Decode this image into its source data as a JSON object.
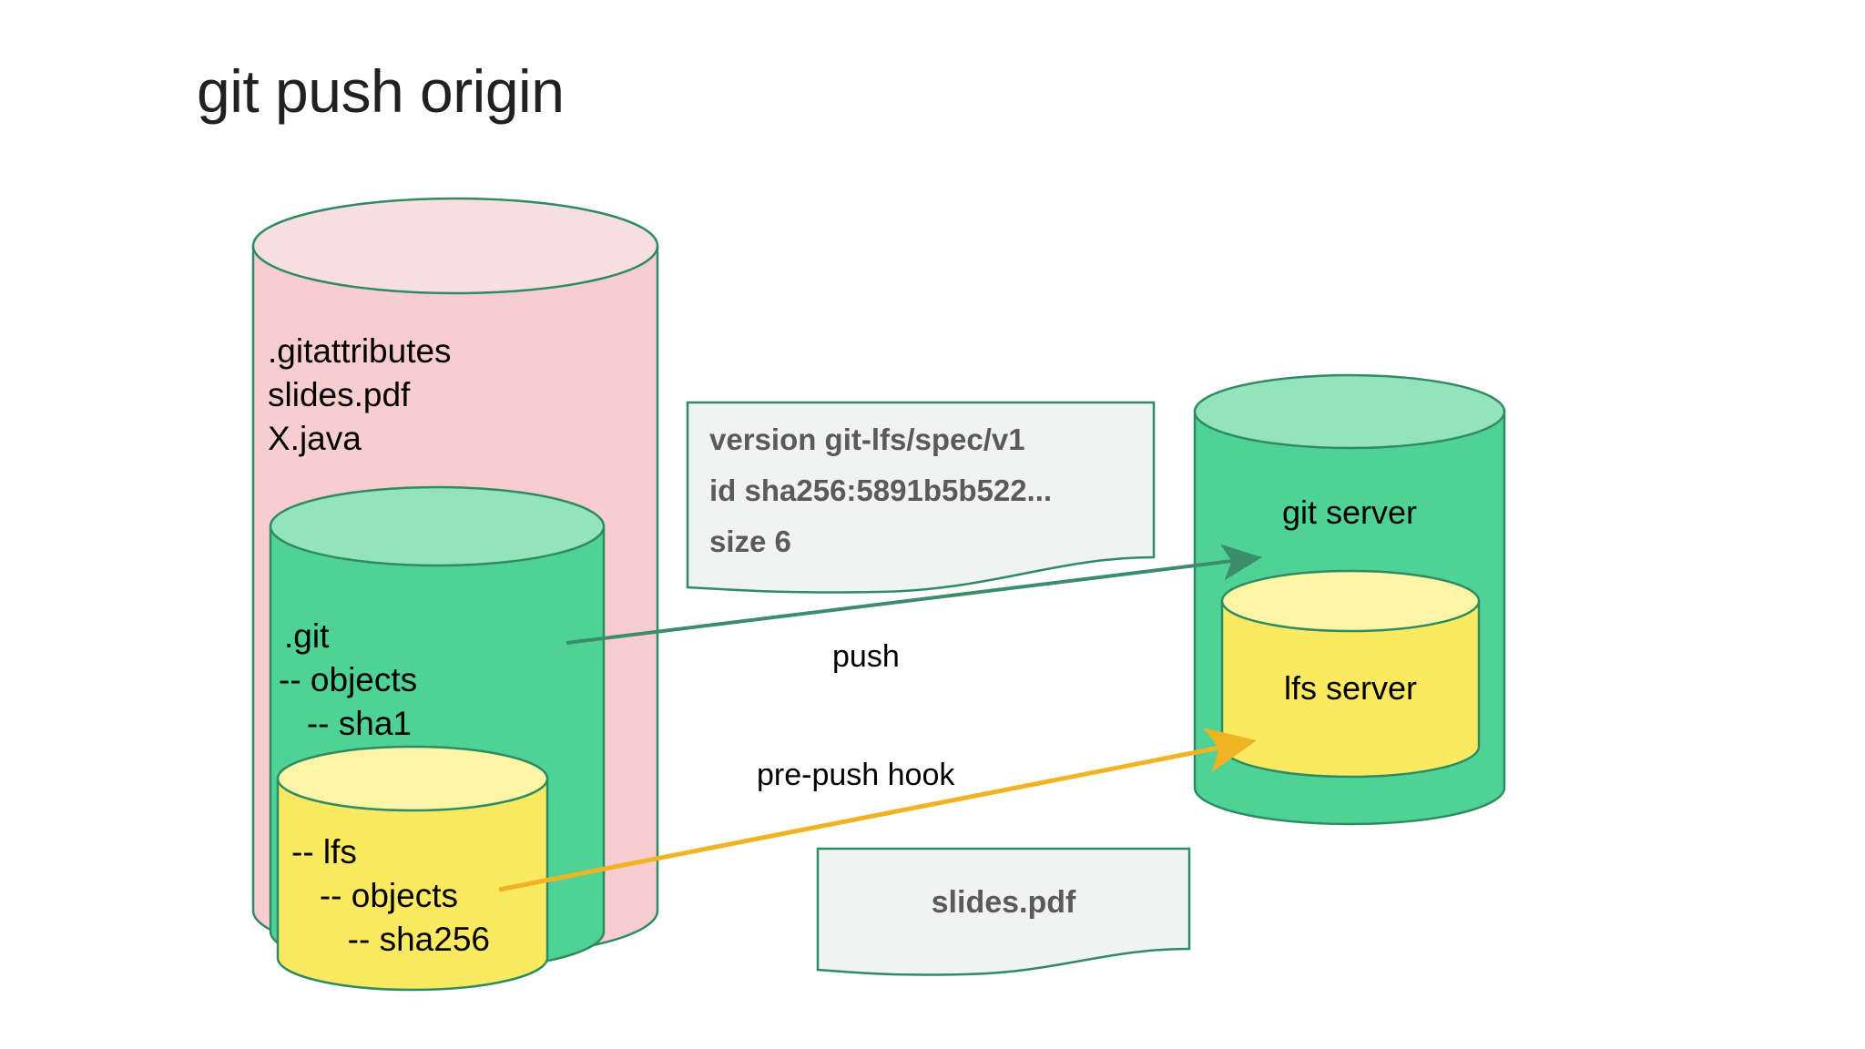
{
  "title": "git push origin",
  "colors": {
    "pink_body": "#f7cdd0",
    "pink_top": "#fadfe1",
    "green_body": "#4fd295",
    "green_top": "#93e3bb",
    "yellow_body": "#fbe961",
    "yellow_top": "#fdf5a6",
    "outline": "#2e8b62",
    "note_fill": "#f1f3f2",
    "note_stroke": "#2e8b62",
    "note_text": "#5a5a5a",
    "push_arrow": "#3d8c6b",
    "hook_arrow": "#f0b323",
    "title_text": "#202124"
  },
  "workspace_cylinder": {
    "name": "workspace",
    "lines": [
      ".gitattributes",
      "slides.pdf",
      "X.java"
    ]
  },
  "git_cylinder": {
    "name": "git-objects",
    "lines": [
      ".git",
      "-- objects",
      "   -- sha1"
    ]
  },
  "lfs_cylinder": {
    "name": "lfs-objects",
    "lines": [
      "-- lfs",
      "   -- objects",
      "      -- sha256"
    ]
  },
  "pointer_note": {
    "lines": [
      "version git-lfs/spec/v1",
      "id sha256:5891b5b522...",
      "size 6"
    ]
  },
  "file_note": {
    "label": "slides.pdf"
  },
  "servers": {
    "git_server_label": "git server",
    "lfs_server_label": "lfs server"
  },
  "arrows": {
    "push_label": "push",
    "hook_label": "pre-push hook"
  }
}
